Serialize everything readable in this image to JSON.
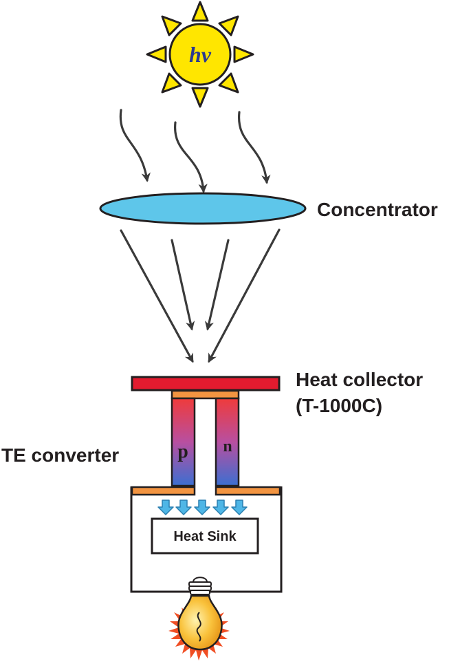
{
  "sun": {
    "symbol": "hν",
    "fill": "#ffe600",
    "stroke": "#231f20"
  },
  "concentrator": {
    "label": "Concentrator",
    "fill": "#5ec6ea"
  },
  "collector": {
    "label_line1": "Heat collector",
    "label_line2": "(T-1000C)",
    "fill": "#e31b2f"
  },
  "converter": {
    "label": "TE converter",
    "p_leg": "p",
    "n_leg": "n",
    "hot_color": "#ef3b3b",
    "cold_color": "#3b6fd1",
    "contact_color": "#f29441"
  },
  "heat_sink": {
    "label": "Heat Sink",
    "arrow_color": "#4fb6e6"
  },
  "bulb": {
    "glass": "#f9b233",
    "glow": "#f04e23"
  }
}
